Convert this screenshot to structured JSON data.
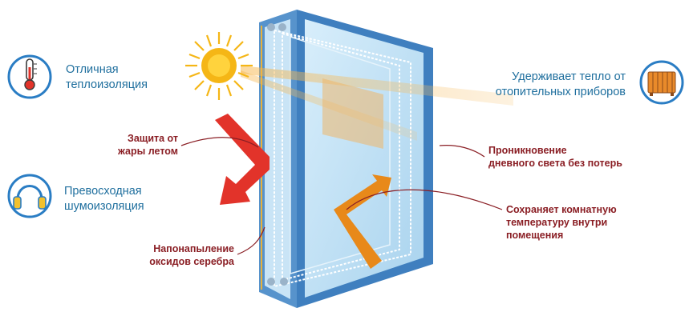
{
  "labels": {
    "insulation": [
      "Отличная",
      "теплоизоляция"
    ],
    "heat_protection": [
      "Защита от",
      "жары летом"
    ],
    "noise": [
      "Превосходная",
      "шумоизоляция"
    ],
    "silver_coating": [
      "Напонапыление",
      "оксидов серебра"
    ],
    "keeps_heat": [
      "Удерживает тепло от",
      "отопительных приборов"
    ],
    "daylight": [
      "Проникновение",
      "дневного света без потерь"
    ],
    "room_temp": [
      "Сохраняет комнатную",
      "температуру внутри",
      "помещения"
    ]
  },
  "colors": {
    "label_blue": "#1f6f9e",
    "label_red": "#8a1e24",
    "frame_blue": "#3f7fbf",
    "icon_blue": "#2a7dc4",
    "red_arrow": "#e2332a",
    "orange_arrow": "#e8891a",
    "sun": "#f5b616"
  },
  "icons": [
    "thermometer-icon",
    "headphones-icon",
    "radiator-icon",
    "sun-icon"
  ]
}
